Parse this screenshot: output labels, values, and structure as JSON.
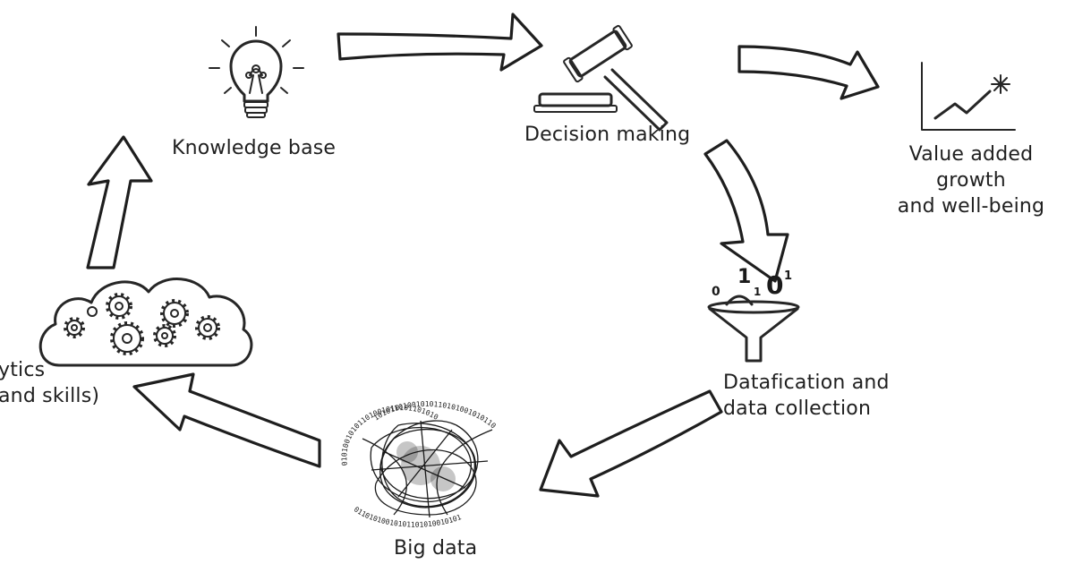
{
  "nodes": {
    "knowledge_base": "Knowledge base",
    "decision_making": "Decision making",
    "value_added": [
      "Value added",
      "growth",
      "and well-being"
    ],
    "datafication": [
      "Datafication and",
      "data collection"
    ],
    "big_data": "Big data",
    "analytics": [
      "ytics",
      "and skills)"
    ]
  },
  "funnel_digits": [
    "0",
    "1",
    "1",
    "0",
    "1"
  ],
  "binary_text": "01010010101101001010101101010",
  "icons": {
    "knowledge_base": "lightbulb-icon",
    "decision_making": "gavel-icon",
    "value_added": "growth-chart-icon",
    "datafication": "funnel-icon",
    "big_data": "binary-tangle-icon",
    "analytics": "cloud-gears-icon"
  }
}
